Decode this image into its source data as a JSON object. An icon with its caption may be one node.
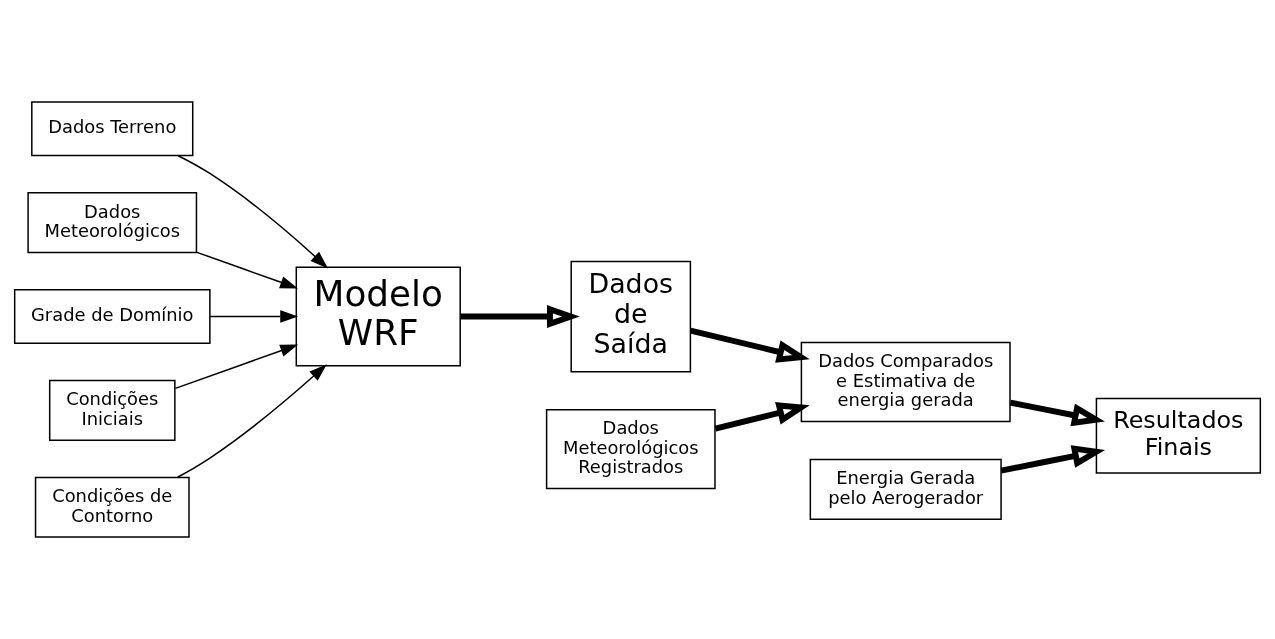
{
  "diagram": {
    "nodes": [
      {
        "text": [
          "Dados Terreno"
        ]
      },
      {
        "text": [
          "Dados Meteorológicos"
        ]
      },
      {
        "text": [
          "Grade de Domínio"
        ]
      },
      {
        "text": [
          "Modelo WRF"
        ]
      },
      {
        "text": [
          "Dados de Saída"
        ]
      },
      {
        "text": [
          "Dados Comparados e Estimativa de energia gerada"
        ]
      },
      {
        "text": [
          "Dados Meteorológicos Registrados"
        ]
      },
      {
        "text": [
          "Resultados Finais"
        ]
      },
      {
        "text": [
          "Energia Gerada pelo Aerogerador"
        ]
      },
      {
        "text": [
          "Condições Iniciais"
        ]
      },
      {
        "text": [
          "Condições de Contorno"
        ]
      }
    ],
    "edges": [
      {
        "from": 0,
        "to": 3,
        "arrow": "to"
      },
      {
        "from": 1,
        "to": 3,
        "arrow": "to"
      },
      {
        "from": 2,
        "to": 3,
        "arrow": "to"
      },
      {
        "from": 3,
        "to": 4,
        "arrow": "to",
        "style": "thick"
      },
      {
        "from": 4,
        "to": 5,
        "arrow": "to",
        "style": "thick"
      },
      {
        "from": 6,
        "to": 5,
        "arrow": "to",
        "style": "thick"
      },
      {
        "from": 5,
        "to": 7,
        "arrow": "to",
        "style": "thick"
      },
      {
        "from": 8,
        "to": 7,
        "arrow": "to",
        "style": "thick"
      },
      {
        "from": 9,
        "to": 3,
        "arrow": "to"
      },
      {
        "from": 10,
        "to": 3,
        "arrow": "to"
      }
    ]
  }
}
